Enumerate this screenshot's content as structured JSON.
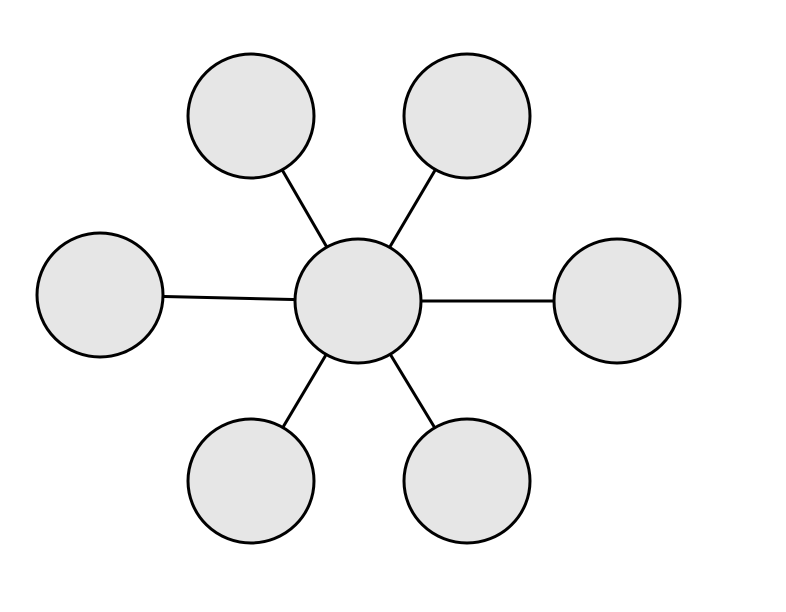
{
  "diagram": {
    "type": "hub-and-spoke",
    "node_count": 7,
    "edge_count": 6,
    "colors": {
      "node_fill": "#e6e6e6",
      "stroke": "#000000",
      "background": "#ffffff"
    },
    "nodes": [
      {
        "id": "center",
        "label": ""
      },
      {
        "id": "top-left",
        "label": ""
      },
      {
        "id": "top-right",
        "label": ""
      },
      {
        "id": "left",
        "label": ""
      },
      {
        "id": "right",
        "label": ""
      },
      {
        "id": "bottom-left",
        "label": ""
      },
      {
        "id": "bottom-right",
        "label": ""
      }
    ],
    "edges": [
      {
        "from": "center",
        "to": "top-left"
      },
      {
        "from": "center",
        "to": "top-right"
      },
      {
        "from": "center",
        "to": "left"
      },
      {
        "from": "center",
        "to": "right"
      },
      {
        "from": "center",
        "to": "bottom-left"
      },
      {
        "from": "center",
        "to": "bottom-right"
      }
    ]
  }
}
